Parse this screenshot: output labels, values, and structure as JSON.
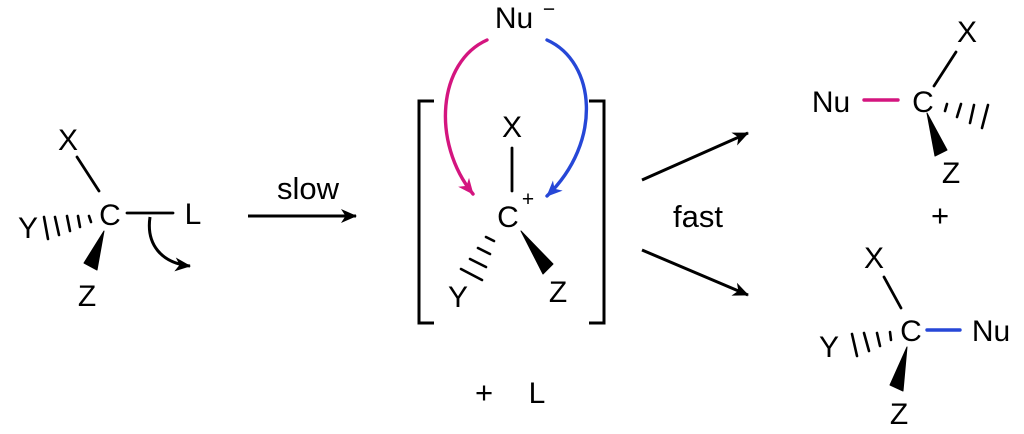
{
  "colors": {
    "magenta": "#d4157f",
    "blue": "#2647d7",
    "black": "#000000"
  },
  "reactant": {
    "x": "X",
    "y": "Y",
    "z": "Z",
    "c": "C",
    "l": "L"
  },
  "slow_arrow": {
    "label": "slow"
  },
  "intermediate": {
    "nucleophile": {
      "symbol": "Nu",
      "charge": "−"
    },
    "x": "X",
    "c": "C",
    "charge": "+",
    "y": "Y",
    "z": "Z"
  },
  "leaving_group": {
    "plus": "+",
    "l": "L"
  },
  "fast_arrow": {
    "label": "fast"
  },
  "product_top": {
    "nu": "Nu",
    "c": "C",
    "x": "X",
    "z": "Z"
  },
  "plus_between_products": "+",
  "product_bottom": {
    "x": "X",
    "y": "Y",
    "z": "Z",
    "c": "C",
    "nu": "Nu"
  }
}
